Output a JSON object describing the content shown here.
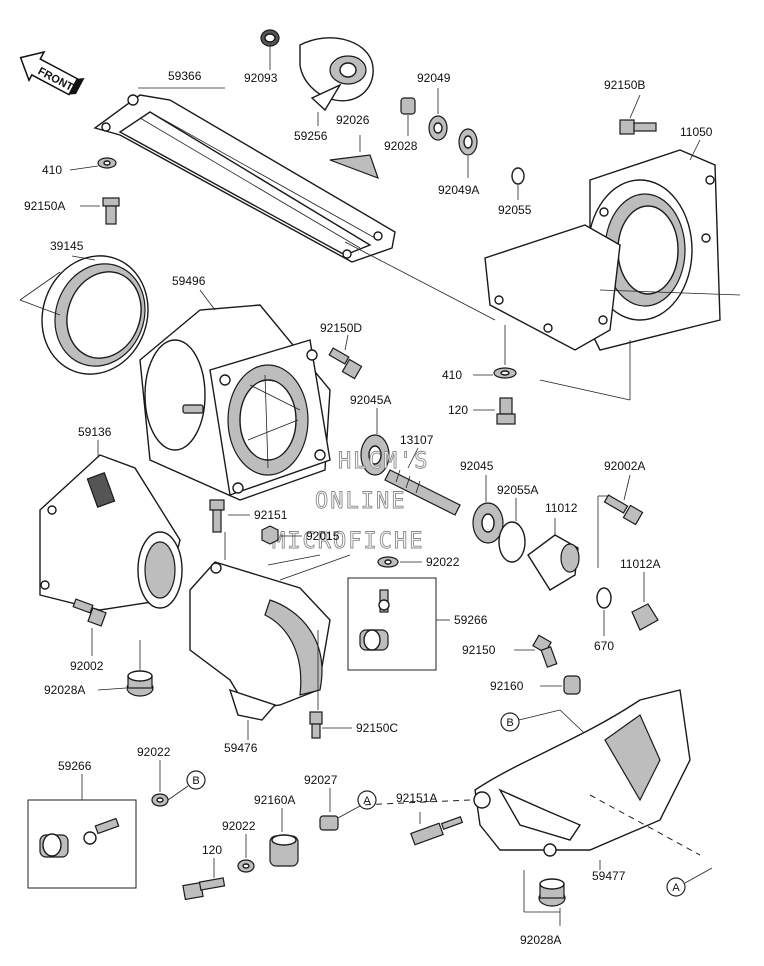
{
  "front_badge": "FRONT",
  "watermark": [
    "HLCM'S",
    "ONLINE",
    "MICROFICHE"
  ],
  "labels": {
    "p59366": "59366",
    "p92093": "92093",
    "p59256": "59256",
    "p92026": "92026",
    "p92049": "92049",
    "p92028": "92028",
    "p92049A": "92049A",
    "p92055": "92055",
    "p92150B": "92150B",
    "p11050": "11050",
    "p410a": "410",
    "p92150A": "92150A",
    "p39145": "39145",
    "p59496": "59496",
    "p92150D": "92150D",
    "p410b": "410",
    "p120a": "120",
    "p92045A": "92045A",
    "p13107": "13107",
    "p59136": "59136",
    "p92045": "92045",
    "p92002A": "92002A",
    "p92055A": "92055A",
    "p11012": "11012",
    "p92151": "92151",
    "p92015": "92015",
    "p92022a": "92022",
    "p11012A": "11012A",
    "p59266a": "59266",
    "p92150": "92150",
    "p670": "670",
    "p92002": "92002",
    "p92028A": "92028A",
    "p92160": "92160",
    "p59476": "59476",
    "p92150C": "92150C",
    "p59266b": "59266",
    "p92022b": "92022",
    "p92027": "92027",
    "p92160A": "92160A",
    "p92151A": "92151A",
    "p92022c": "92022",
    "p120b": "120",
    "p59477": "59477",
    "p92028A2": "92028A"
  },
  "ref_tags": {
    "tagB1": "B",
    "tagB2": "B",
    "tagA1": "A",
    "tagA2": "A"
  }
}
